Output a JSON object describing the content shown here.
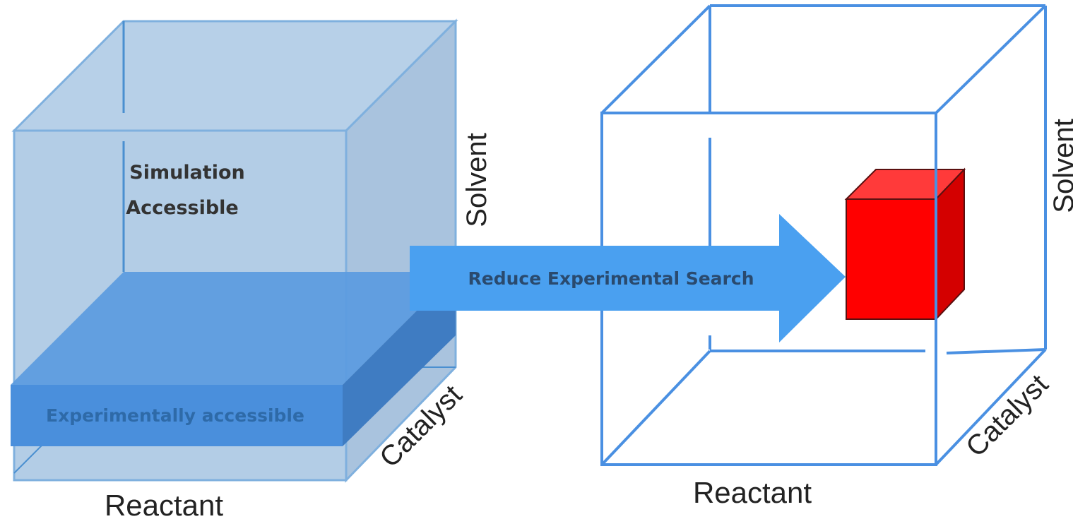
{
  "left_cube": {
    "simulation_label_line1": "Simulation",
    "simulation_label_line2": "Accessible",
    "experimental_label": "Experimentally accessible",
    "axis_x": "Reactant",
    "axis_y": "Solvent",
    "axis_z": "Catalyst"
  },
  "arrow": {
    "label": "Reduce Experimental Search"
  },
  "right_cube": {
    "axis_x": "Reactant",
    "axis_y": "Solvent",
    "axis_z": "Catalyst"
  },
  "colors": {
    "cube_fill": "#b3cde6",
    "cube_edge": "#5b9bd5",
    "slab": "#4a8fdc",
    "arrow": "#4aa0f0",
    "target_cube": "#ff0000",
    "wire": "#4a90e2",
    "text_dark": "#333333"
  }
}
